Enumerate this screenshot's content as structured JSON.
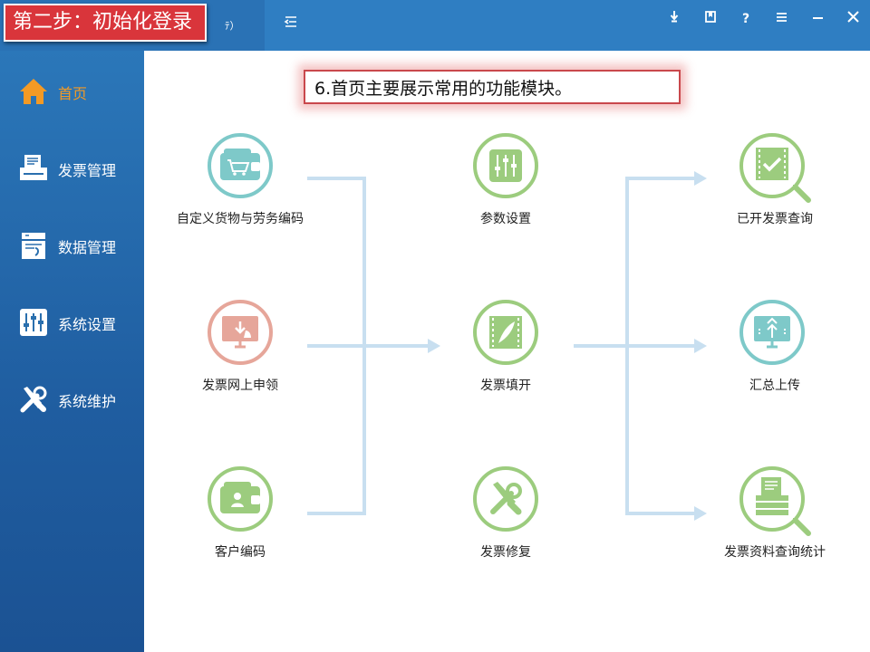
{
  "step_banner": "第二步：初始化登录",
  "title_fragment": "ﾃ）",
  "colors": {
    "accent": "#f39a25",
    "banner_red": "#d9353b",
    "teal": "#7ec9c9",
    "green": "#9ccc7e",
    "pink": "#e6a69a",
    "arrow": "#c8dff0"
  },
  "sidebar": {
    "items": [
      {
        "label": "首页",
        "icon": "home-icon"
      },
      {
        "label": "发票管理",
        "icon": "invoice-printer-icon"
      },
      {
        "label": "数据管理",
        "icon": "data-management-icon"
      },
      {
        "label": "系统设置",
        "icon": "sliders-icon"
      },
      {
        "label": "系统维护",
        "icon": "tools-icon"
      }
    ]
  },
  "callout": "6.首页主要展示常用的功能模块。",
  "modules": {
    "goods_code": {
      "label": "自定义货物与劳务编码",
      "icon": "wallet-cart-icon"
    },
    "invoice_apply": {
      "label": "发票网上申领",
      "icon": "monitor-download-icon"
    },
    "customer_code": {
      "label": "客户编码",
      "icon": "wallet-person-icon"
    },
    "params": {
      "label": "参数设置",
      "icon": "sliders-icon"
    },
    "invoice_fill": {
      "label": "发票填开",
      "icon": "film-feather-icon"
    },
    "invoice_repair": {
      "label": "发票修复",
      "icon": "tools-icon"
    },
    "issued_query": {
      "label": "已开发票查询",
      "icon": "search-check-icon"
    },
    "upload": {
      "label": "汇总上传",
      "icon": "monitor-upload-icon"
    },
    "stats": {
      "label": "发票资料查询统计",
      "icon": "search-document-icon"
    }
  }
}
